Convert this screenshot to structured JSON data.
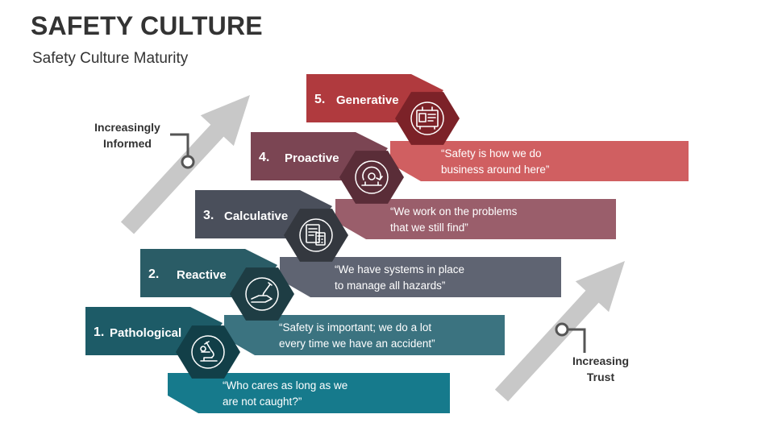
{
  "title": "SAFETY CULTURE",
  "subtitle": "Safety Culture Maturity",
  "left_arrow_label": [
    "Increasingly",
    "Informed"
  ],
  "right_arrow_label": [
    "Increasing",
    "Trust"
  ],
  "colors": {
    "arrow": "#c8c8c8",
    "text_dark": "#333333"
  },
  "steps": [
    {
      "number": "1.",
      "name": "Pathological",
      "quote": [
        "“Who cares as long as we",
        "are not caught?”"
      ],
      "icon": "microscope-icon",
      "header_color": "#1d5b67",
      "band_color": "#167a8c",
      "hex_color": "#123f48"
    },
    {
      "number": "2.",
      "name": "Reactive",
      "quote": [
        "“Safety is important; we do a lot",
        "every time we have an accident”"
      ],
      "icon": "hand-pen-icon",
      "header_color": "#2a5c66",
      "band_color": "#3b7380",
      "hex_color": "#1e3d44"
    },
    {
      "number": "3.",
      "name": "Calculative",
      "quote": [
        "“We have systems in place",
        "to manage all hazards”"
      ],
      "icon": "document-calculator-icon",
      "header_color": "#4a4f5b",
      "band_color": "#5f6472",
      "hex_color": "#34383f"
    },
    {
      "number": "4.",
      "name": "Proactive",
      "quote": [
        "“We work on the problems",
        "that we still find”"
      ],
      "icon": "cycle-icon",
      "header_color": "#7b4553",
      "band_color": "#9a5e6b",
      "hex_color": "#5a2d38"
    },
    {
      "number": "5.",
      "name": "Generative",
      "quote": [
        "“Safety is how we do",
        "business around here”"
      ],
      "icon": "control-panel-icon",
      "header_color": "#b03a3e",
      "band_color": "#d05f61",
      "hex_color": "#7c2228"
    }
  ]
}
